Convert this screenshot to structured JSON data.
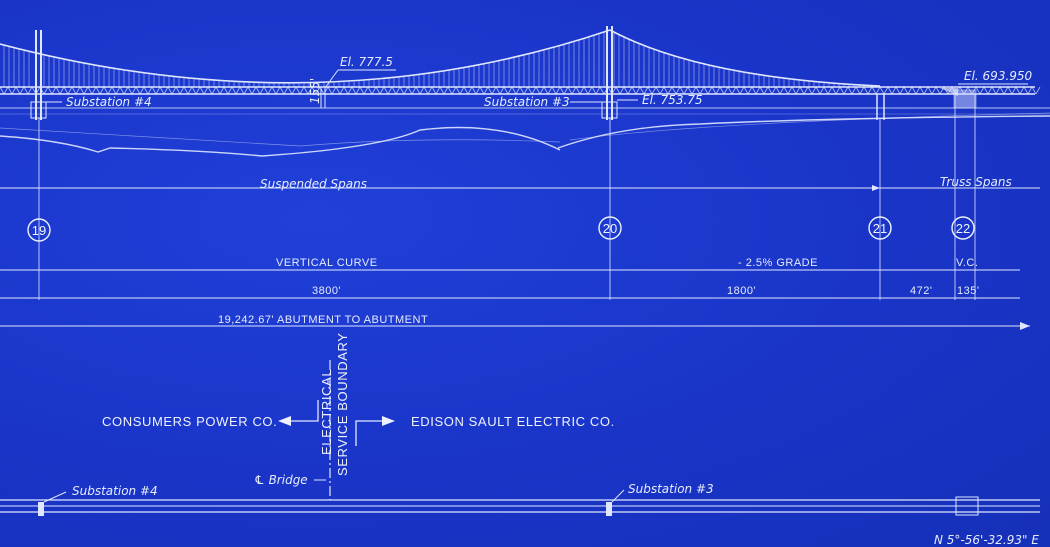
{
  "elevation": {
    "el_top_center": "El. 777.5",
    "el_tower_base": "El. 753.75",
    "el_right": "El. 693.950",
    "clearance": "155'",
    "substation_4": "Substation #4",
    "substation_3": "Substation #3",
    "suspended_spans": "Suspended Spans",
    "truss_spans": "Truss Spans"
  },
  "piers": [
    "19",
    "20",
    "21",
    "22"
  ],
  "profile": {
    "vertical_curve": "VERTICAL CURVE",
    "grade": "- 2.5% GRADE",
    "vc": "V.C.",
    "len_3800": "3800'",
    "len_1800": "1800'",
    "len_472": "472'",
    "len_135": "135'",
    "abutment": "19,242.67'  ABUTMENT TO ABUTMENT"
  },
  "boundary": {
    "left_company": "CONSUMERS POWER CO.",
    "right_company": "EDISON SAULT ELECTRIC CO.",
    "boundary_line1": "ELECTRICAL",
    "boundary_line2": "SERVICE BOUNDARY",
    "bridge_cl": "℄ Bridge"
  },
  "plan": {
    "substation_4": "Substation #4",
    "substation_3": "Substation #3",
    "bearing": "N 5°-56'-32.93\" E"
  },
  "colors": {
    "paper": "#1a34c8",
    "ink": "#e6ecff"
  }
}
